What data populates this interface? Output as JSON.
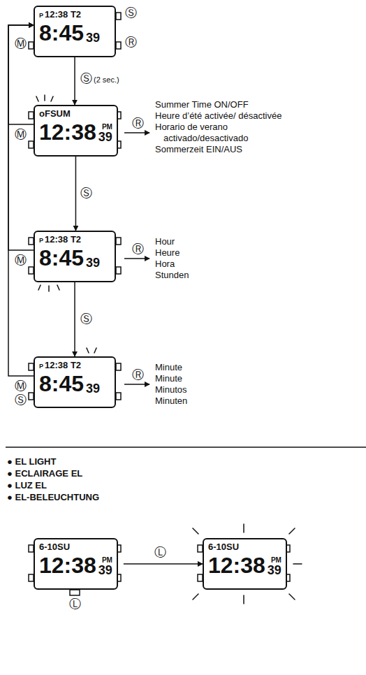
{
  "diagram": {
    "nodes": [
      {
        "text": [
          "P",
          "12:38 T2",
          "8:45",
          "39"
        ]
      },
      {
        "text": [
          "oFSUM",
          "PM",
          "12:38",
          "39"
        ]
      },
      {
        "text": [
          "P",
          "12:38 T2",
          "8:45",
          "39"
        ]
      },
      {
        "text": [
          "P",
          "12:38 T2",
          "8:45",
          "39"
        ]
      },
      {
        "text": [
          "6-10SU",
          "PM",
          "12:38",
          "39"
        ]
      },
      {
        "text": [
          "6-10SU",
          "PM",
          "12:38",
          "39"
        ]
      }
    ],
    "edges": [
      {
        "from": 0,
        "to": 1,
        "arrow": "to",
        "label": "Ⓢ"
      },
      {
        "from": 1,
        "to": 2,
        "arrow": "to",
        "label": "Ⓢ"
      },
      {
        "from": 2,
        "to": 3,
        "arrow": "to",
        "label": "Ⓢ"
      },
      {
        "from": 1,
        "to": 0,
        "arrow": "to",
        "label": "Ⓜ"
      },
      {
        "from": 2,
        "to": 0,
        "arrow": "to",
        "label": "Ⓜ"
      },
      {
        "from": 3,
        "to": 0,
        "arrow": "to",
        "label": "Ⓜ"
      },
      {
        "from": 4,
        "to": 5,
        "arrow": "to",
        "label": "Ⓛ"
      }
    ],
    "labels": [
      "Ⓢ",
      "Ⓜ",
      "Ⓡ",
      "(2 sec.)",
      "Ⓡ",
      "Summer Time ON/OFF",
      "Heure d’été activée/ désactivée",
      "Horario de verano activado/desactivado",
      "Sommerzeit EIN/AUS",
      "Ⓡ",
      "Hour",
      "Heure",
      "Hora",
      "Stunden",
      "Ⓡ",
      "Minute",
      "Minute",
      "Minutos",
      "Minuten",
      "Ⓢ",
      "● EL LIGHT",
      "● ECLAIRAGE EL",
      "● LUZ EL",
      "● EL-BELEUCHTUNG",
      "Ⓛ"
    ]
  }
}
